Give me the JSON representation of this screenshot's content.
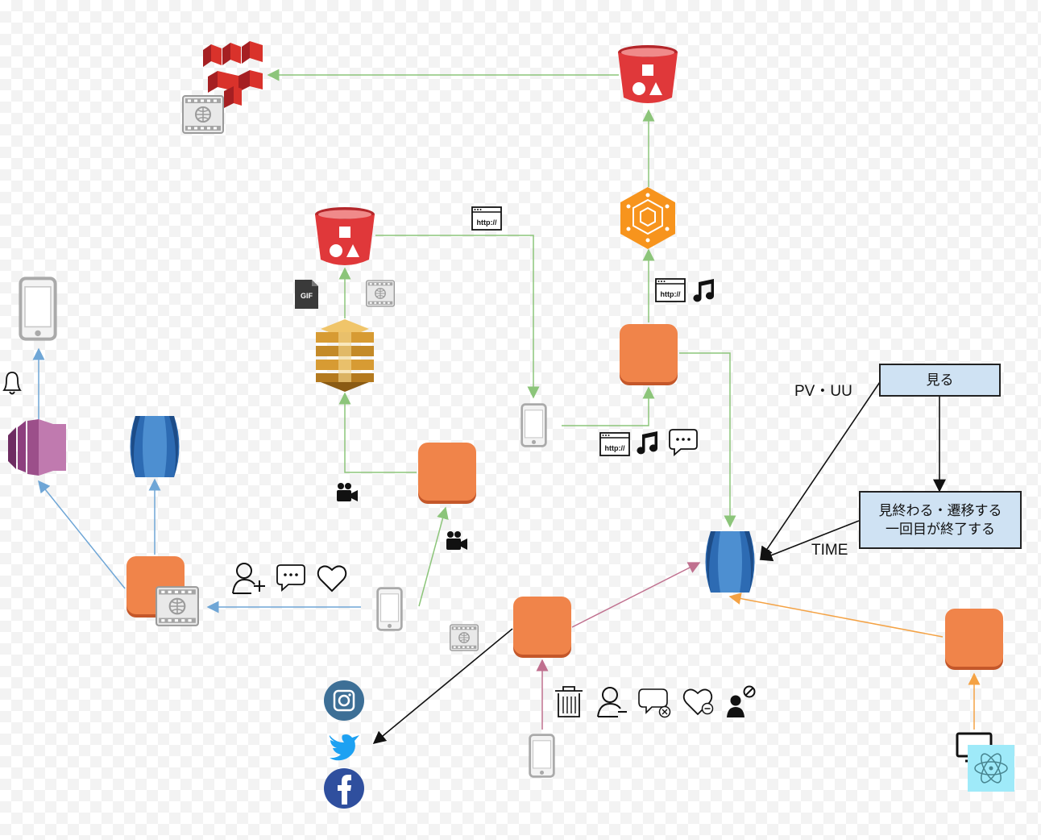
{
  "boxes": {
    "miru": "見る",
    "miowaru_line1": "見終わる・遷移する",
    "miowaru_line2": "一回目が終了する"
  },
  "labels": {
    "pv_uu": "PV・UU",
    "time": "TIME",
    "url_text": "http://",
    "gif_text": "GIF"
  },
  "colors": {
    "compute_orange": "#f0844a",
    "s3_red": "#e0383a",
    "rds_blue": "#2d6bb3",
    "kinesis_purple": "#9c4f8a",
    "cloudfront_red": "#d9322b",
    "transcoder_gold": "#d79b33",
    "iot_orange": "#f7941d",
    "edge_green": "#8cc57a",
    "edge_blue": "#6fa6d6",
    "edge_pink": "#c0708f",
    "edge_orange": "#f4a244",
    "edge_black": "#111111",
    "box_fill": "#cfe2f3"
  },
  "icons": [
    "cloudfront-icon",
    "s3-bucket-icon",
    "iot-core-icon",
    "elastic-transcoder-icon",
    "kinesis-icon",
    "rds-icon",
    "lambda-icon",
    "mobile-device-icon",
    "video-file-icon",
    "gif-icon",
    "url-icon",
    "music-note-icon",
    "comment-icon",
    "video-camera-icon",
    "add-user-icon",
    "heart-icon",
    "bell-icon",
    "trash-icon",
    "remove-user-icon",
    "comment-delete-icon",
    "heart-remove-icon",
    "block-user-icon",
    "instagram-icon",
    "twitter-icon",
    "facebook-icon",
    "desktop-icon",
    "electron-icon"
  ]
}
